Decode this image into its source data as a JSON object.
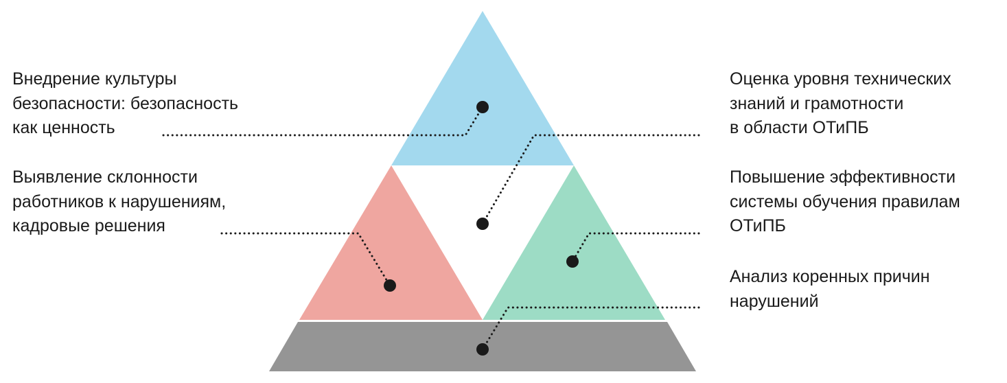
{
  "colors": {
    "top_triangle": "#a3d9ee",
    "left_triangle": "#efa6a0",
    "right_triangle": "#9ddcc5",
    "base_trapezoid": "#959595",
    "connector": "#1a1a1a",
    "text": "#1a1a1a"
  },
  "labels": {
    "culture": [
      "Внедрение культуры",
      "безопасности: безопасность",
      "как ценность"
    ],
    "violations": [
      "Выявление склонности",
      "работников к нарушениям,",
      "кадровые решения"
    ],
    "knowledge": [
      "Оценка уровня технических",
      "знаний и грамотности",
      "в области ОТиПБ"
    ],
    "training": [
      "Повышение эффективности",
      "системы обучения правилам",
      "ОТиПБ"
    ],
    "rootcause": [
      "Анализ коренных причин",
      "нарушений"
    ]
  }
}
